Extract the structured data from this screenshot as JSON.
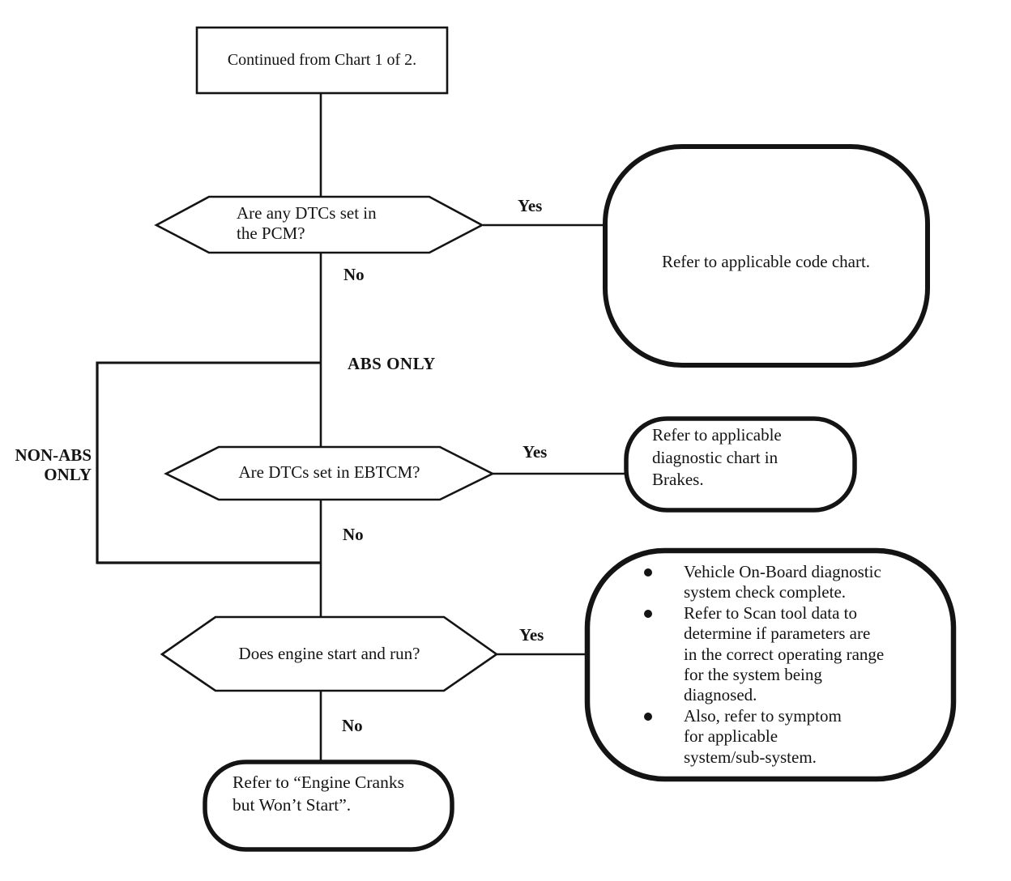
{
  "labels": {
    "yes": "Yes",
    "no": "No",
    "abs_only": "ABS ONLY",
    "non_abs_line1": "NON-ABS",
    "non_abs_line2": "ONLY"
  },
  "start_box": {
    "text": "Continued from Chart 1 of 2."
  },
  "decision_pcm": {
    "line1": "Are any DTCs set in",
    "line2": "the PCM?"
  },
  "terminal_code_chart": {
    "text": "Refer to applicable code chart."
  },
  "decision_ebtcm": {
    "text": "Are DTCs set in EBTCM?"
  },
  "terminal_brakes": {
    "line1": "Refer to applicable",
    "line2": "diagnostic chart in",
    "line3": "Brakes."
  },
  "decision_engine": {
    "text": "Does engine start and run?"
  },
  "terminal_scan": {
    "bullets": [
      {
        "lines": [
          "Vehicle On-Board diagnostic",
          "system check complete."
        ]
      },
      {
        "lines": [
          "Refer to Scan tool data to",
          "determine if parameters are",
          "in the correct operating range",
          "for the system being",
          "diagnosed."
        ]
      },
      {
        "lines": [
          "Also, refer to symptom",
          "for applicable",
          "system/sub-system."
        ]
      }
    ]
  },
  "terminal_cranks": {
    "line1": "Refer to “Engine Cranks",
    "line2": "but Won’t Start”."
  },
  "colors": {
    "ink": "#141414",
    "background": "#ffffff"
  }
}
